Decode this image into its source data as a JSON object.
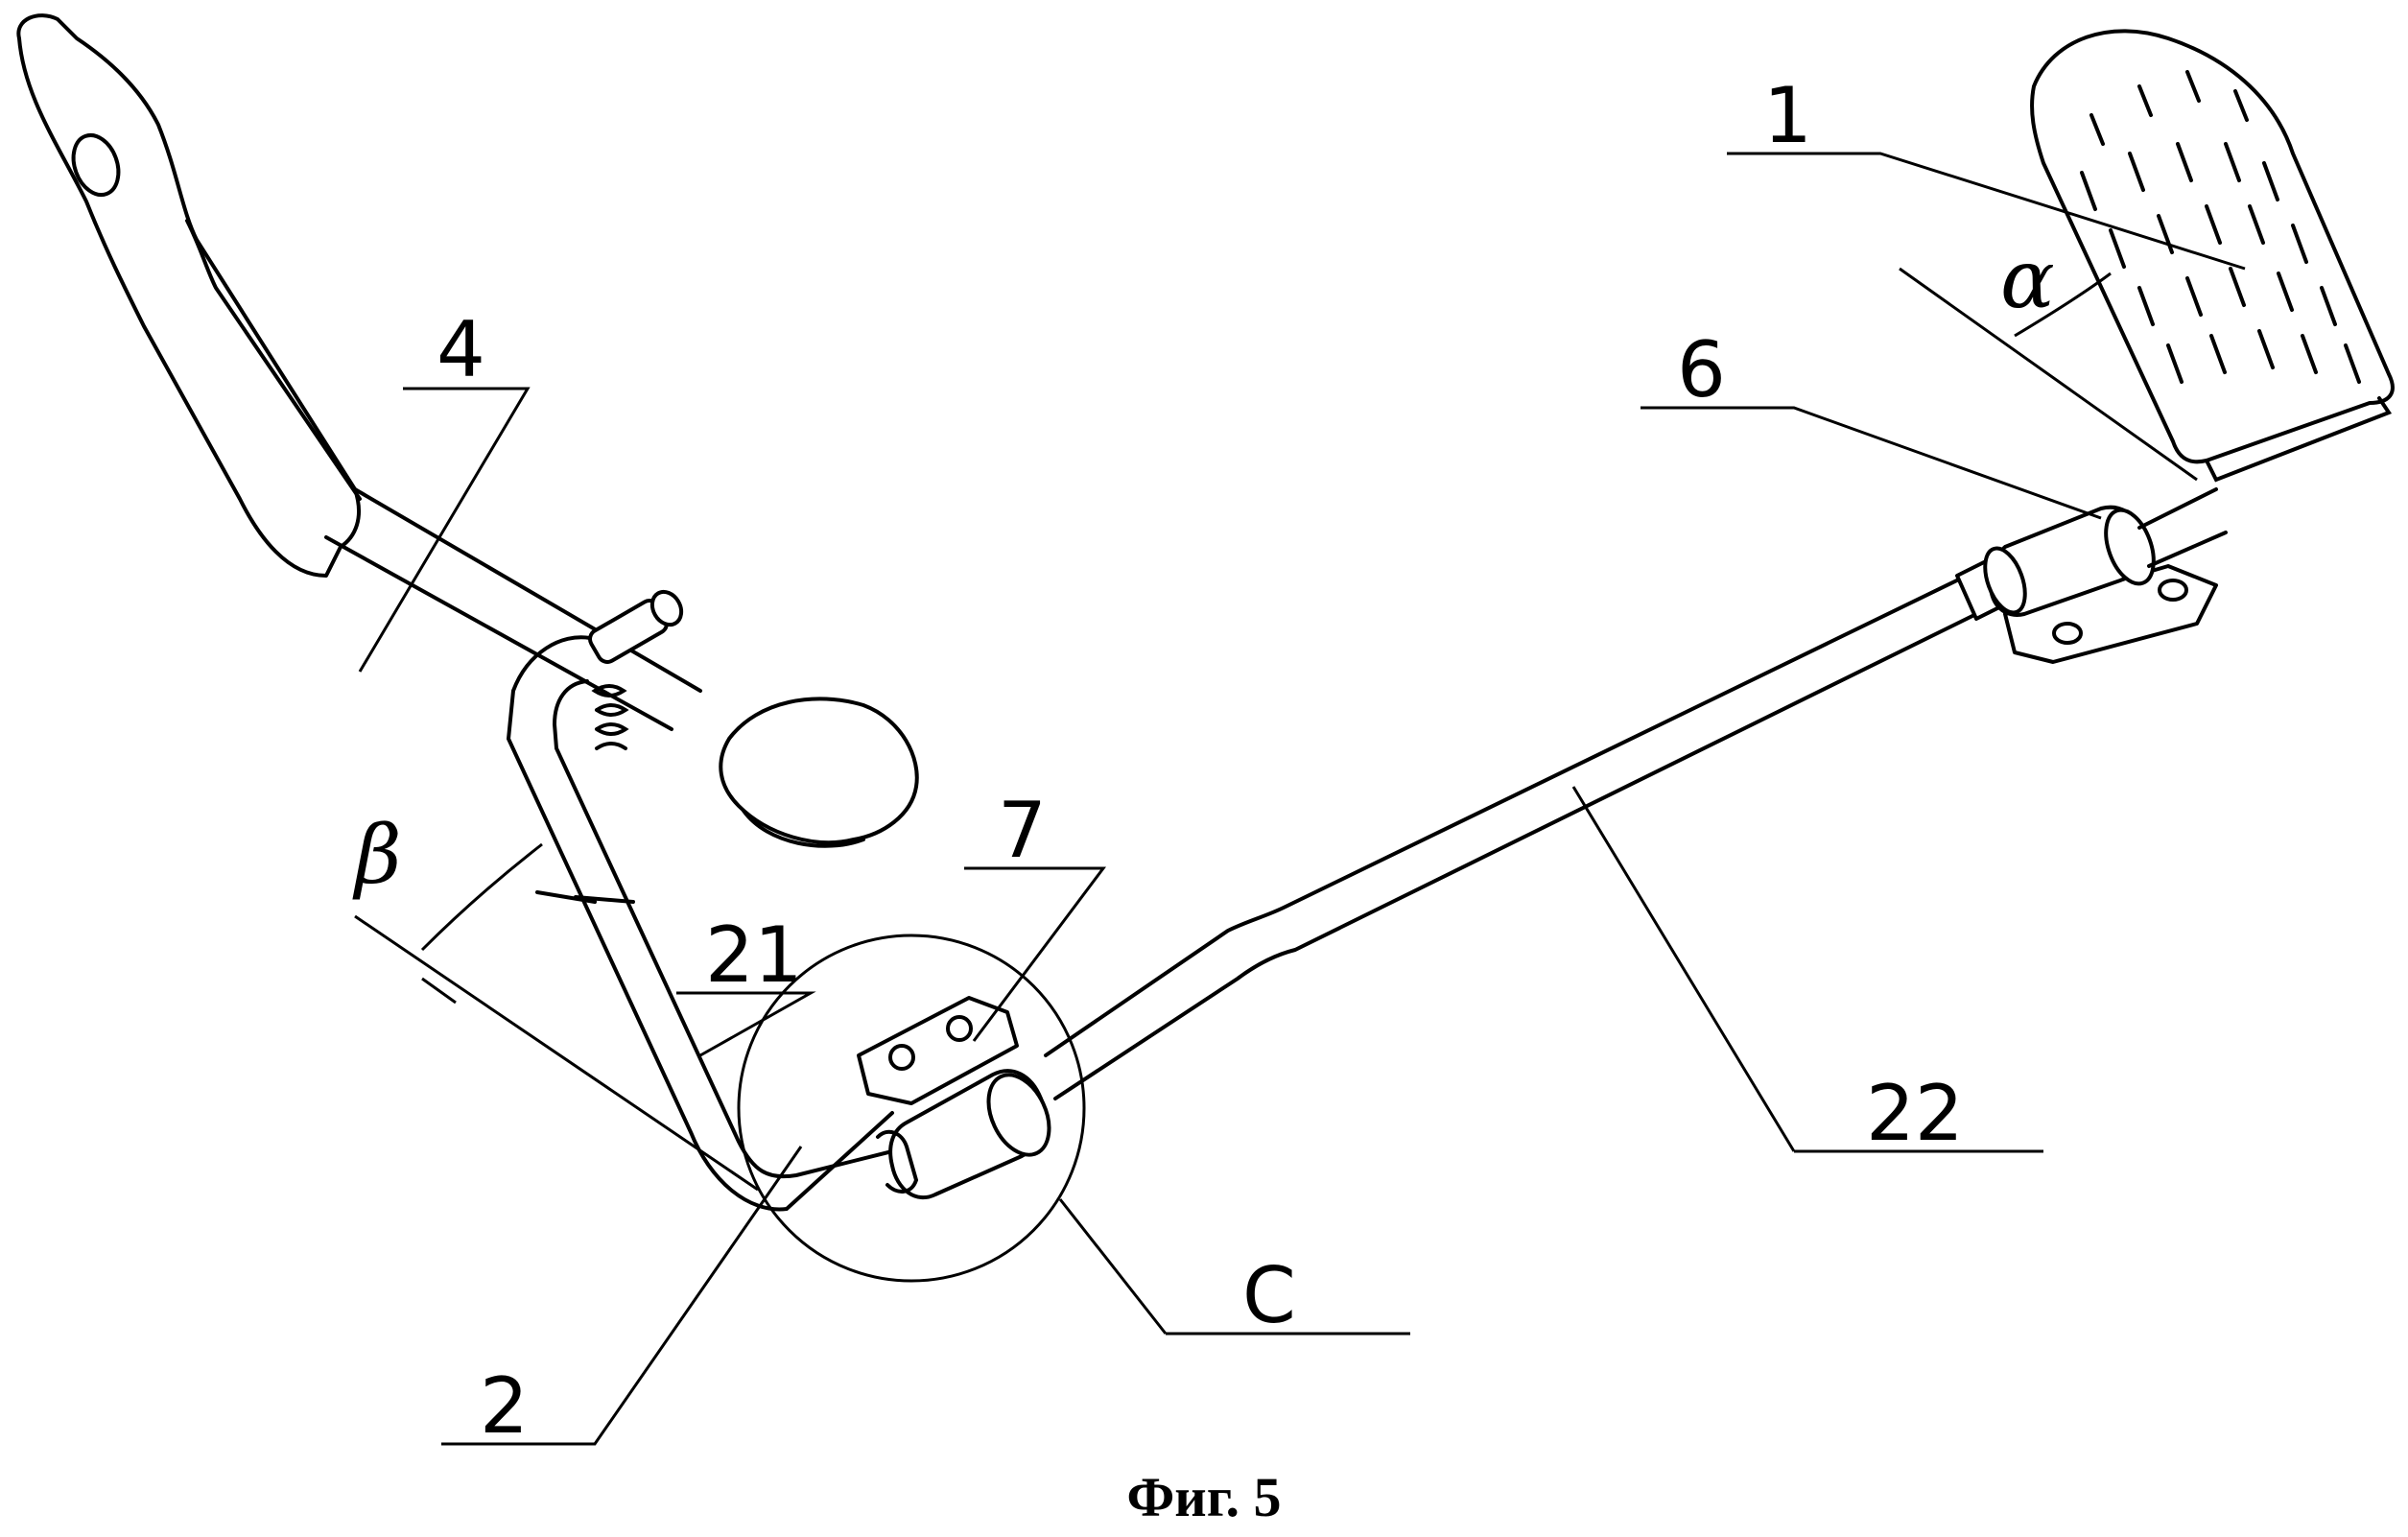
{
  "figure": {
    "caption": "Фиг. 5"
  },
  "labels": {
    "part_1": "1",
    "part_6": "6",
    "part_4": "4",
    "part_7": "7",
    "part_21": "21",
    "part_22": "22",
    "part_2": "2",
    "detail_c": "C",
    "angle_alpha": "α",
    "angle_beta": "β"
  }
}
